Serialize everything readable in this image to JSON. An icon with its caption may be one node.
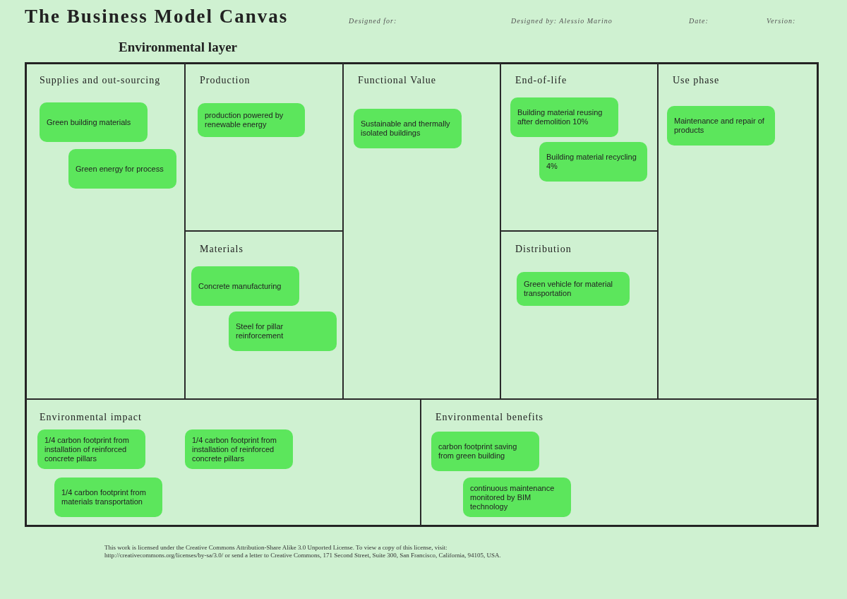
{
  "diagram": {
    "title": "The Business Model Canvas",
    "nodes": [
      {
        "text": [
          "Supplies and out-sourcing"
        ]
      },
      {
        "text": [
          "Green building materials"
        ],
        "in": 0
      },
      {
        "text": [
          "Green energy for process"
        ],
        "in": 0
      },
      {
        "text": [
          "Production"
        ]
      },
      {
        "text": [
          "production powered by renewable energy"
        ],
        "in": 3
      },
      {
        "text": [
          "Materials"
        ]
      },
      {
        "text": [
          "Concrete manufacturing"
        ],
        "in": 5
      },
      {
        "text": [
          "Steel for pillar reinforcement"
        ],
        "in": 5
      },
      {
        "text": [
          "Functional Value"
        ]
      },
      {
        "text": [
          "Sustainable and thermally isolated buildings"
        ],
        "in": 8
      },
      {
        "text": [
          "End-of-life"
        ]
      },
      {
        "text": [
          "Building material reusing after demolition 10%"
        ],
        "in": 10
      },
      {
        "text": [
          "Building material recycling 4%"
        ],
        "in": 10
      },
      {
        "text": [
          "Distribution"
        ]
      },
      {
        "text": [
          "Green vehicle for material transportation"
        ],
        "in": 13
      },
      {
        "text": [
          "Use phase"
        ]
      },
      {
        "text": [
          "Maintenance and repair of products"
        ],
        "in": 15
      },
      {
        "text": [
          "Environmental impact"
        ]
      },
      {
        "text": [
          "1/4 carbon footprint from installation of reinforced concrete pillars"
        ],
        "in": 17
      },
      {
        "text": [
          "1/4 carbon footprint from installation of reinforced concrete pillars"
        ],
        "in": 17
      },
      {
        "text": [
          "1/4 carbon footprint from materials transportation"
        ],
        "in": 17
      },
      {
        "text": [
          "Environmental benefits"
        ]
      },
      {
        "text": [
          "carbon footprint saving from green building"
        ],
        "in": 21
      },
      {
        "text": [
          "continuous maintenance monitored by BIM technology"
        ],
        "in": 21
      }
    ],
    "labels": [
      "Designed for:",
      "Designed by: Alessio Marino",
      "Date:",
      "Version:",
      "Environmental layer",
      "This work is licensed under the Creative Commons Attribution-Share Alike 3.0 Unported License. To view a copy of this license, visit: http://creativecommons.org/licenses/by-sa/3.0/ or send a letter to Creative Commons, 171 Second Street, Suite 300, San Francisco, California, 94105, USA."
    ]
  }
}
